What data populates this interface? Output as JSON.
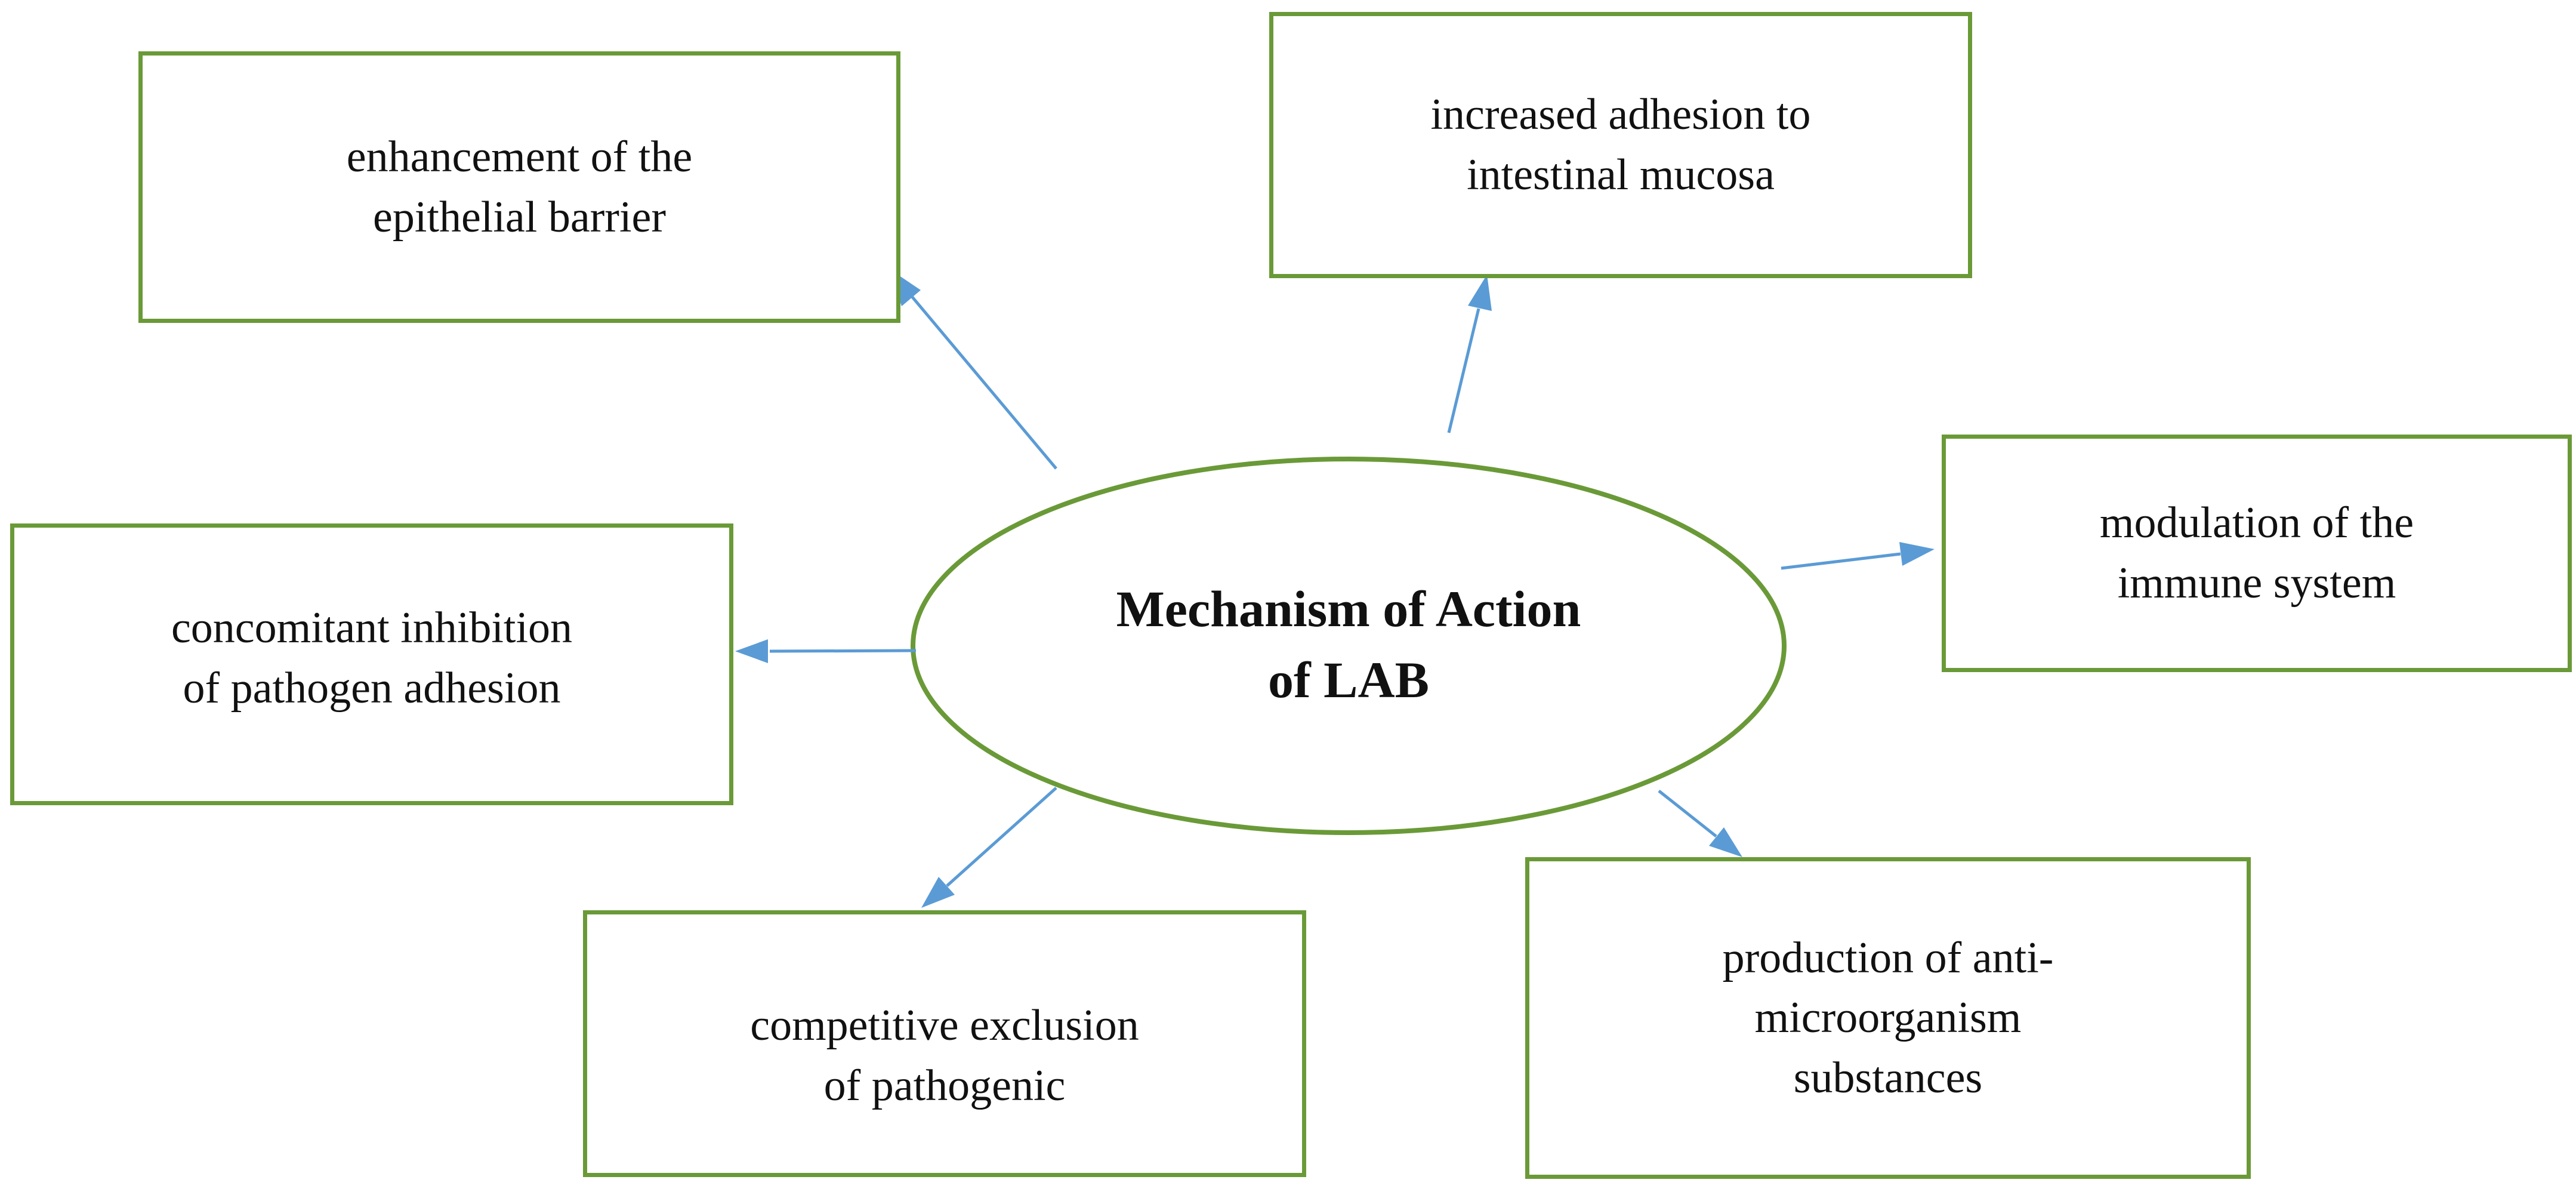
{
  "diagram": {
    "center_title": "Mechanism of Action\nof LAB",
    "mechanisms": {
      "epithelial": "enhancement of the\nepithelial barrier",
      "adhesion": "increased adhesion to\nintestinal mucosa",
      "immune": "modulation of the\nimmune system",
      "concomitant": "concomitant inhibition\nof pathogen adhesion",
      "competitive": "competitive exclusion\nof pathogenic",
      "production": "production of anti-\nmicroorganism\nsubstances"
    },
    "colors": {
      "box_border": "#6a9a38",
      "ellipse_border": "#6a9a38",
      "arrow": "#5b9bd5",
      "text": "#111111"
    }
  }
}
